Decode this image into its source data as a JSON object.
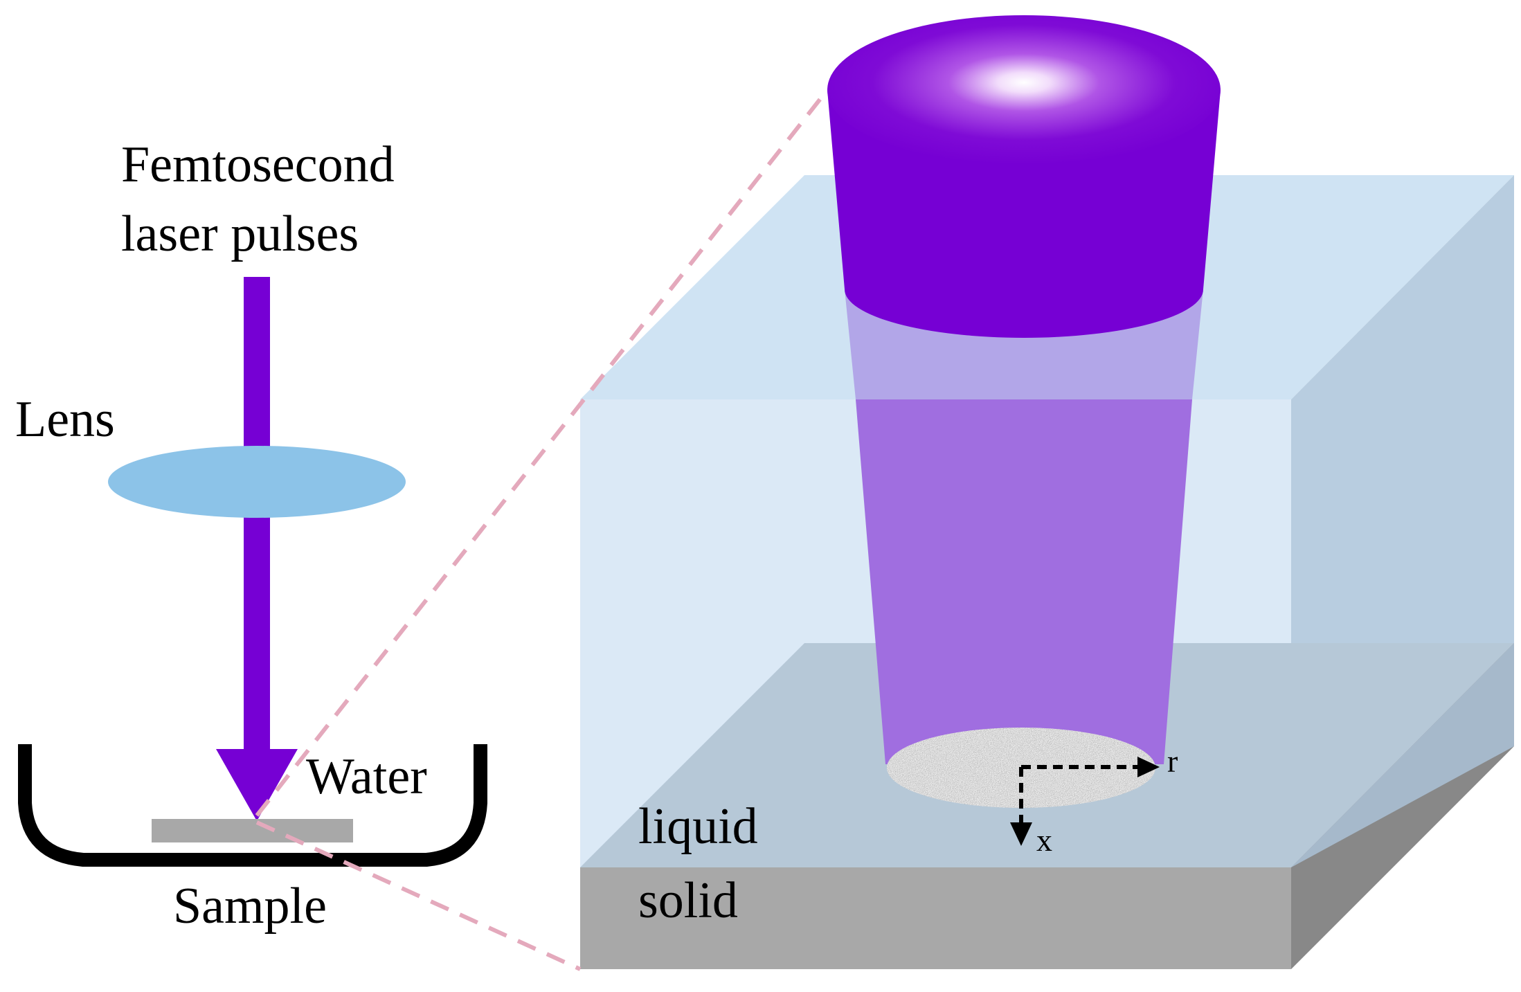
{
  "labels": {
    "laser_line1": "Femtosecond",
    "laser_line2": "laser pulses",
    "lens": "Lens",
    "water": "Water",
    "sample": "Sample",
    "liquid": "liquid",
    "solid": "solid",
    "axis_r": "r",
    "axis_x": "x"
  },
  "colors": {
    "laser": "#7600d4",
    "lens": "#8cc3e8",
    "liquid": "#dbe9f6",
    "solid": "#a8a8a8",
    "dashed_zoom": "#e4a9bc"
  }
}
